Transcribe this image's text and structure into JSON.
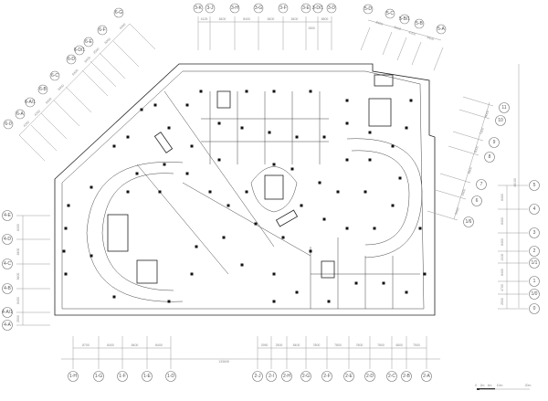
{
  "drawing": {
    "bottom_axes": {
      "left_bubbles": [
        "1-H",
        "1-G",
        "1-F",
        "1-E",
        "1-D"
      ],
      "left_dims": [
        "8700",
        "8400",
        "8400",
        "8400"
      ],
      "right_bubbles": [
        "2-J",
        "2-I",
        "2-H",
        "2-G",
        "2-F",
        "2-E",
        "2-D",
        "2-C",
        "2-B",
        "2-A"
      ],
      "right_dims": [
        "2950",
        "2500",
        "8400",
        "7800",
        "7800",
        "7800",
        "7800",
        "4800",
        "7500"
      ],
      "total_dim": "133605"
    },
    "top_axes": {
      "bubbles": [
        "3-K",
        "3-J",
        "3-H",
        "3-G",
        "3-F",
        "3-E",
        "3-D/1",
        "3-D"
      ],
      "dims": [
        "4125",
        "8400",
        "8400",
        "8400",
        "8400",
        "6800"
      ],
      "sub_dim": "1500"
    },
    "top_right_axes": {
      "bubbles": [
        "5-D",
        "5-C",
        "5-B/1",
        "5-B",
        "5-A"
      ],
      "dims": [
        "8400",
        "8400",
        "4200",
        "8400"
      ]
    },
    "right_axes": {
      "bubbles": [
        "5",
        "4",
        "3",
        "2",
        "1/1",
        "1",
        "1/0",
        "0"
      ],
      "dims": [
        "8400",
        "8400",
        "8400",
        "2100",
        "8400",
        "4700",
        "2500"
      ],
      "total_dim": "46100"
    },
    "right_diagonal_axes": {
      "bubbles": [
        "11",
        "10",
        "9",
        "8",
        "7",
        "6",
        "1/6"
      ],
      "dims": [
        "6000",
        "7200",
        "8000",
        "8600",
        "8400",
        "8400"
      ]
    },
    "left_axes": {
      "bubbles": [
        "4-E",
        "4-D",
        "4-C",
        "4-B",
        "4-A/1",
        "4-A"
      ],
      "dims": [
        "8400",
        "8400",
        "8400",
        "8400",
        "2500"
      ]
    },
    "top_left_axes": {
      "bubbles": [
        "6-G",
        "6-F",
        "6-E",
        "6-D/1",
        "6-D",
        "6-C",
        "6-B",
        "6-A/1",
        "6-A",
        "6-0"
      ],
      "dims": [
        "8400",
        "6000",
        "2500",
        "8400",
        "8400",
        "8400",
        "8400",
        "4200",
        "4200"
      ]
    },
    "scale_bar": {
      "labels": [
        "0",
        "2m",
        "4m",
        "10m",
        "20m"
      ]
    }
  }
}
